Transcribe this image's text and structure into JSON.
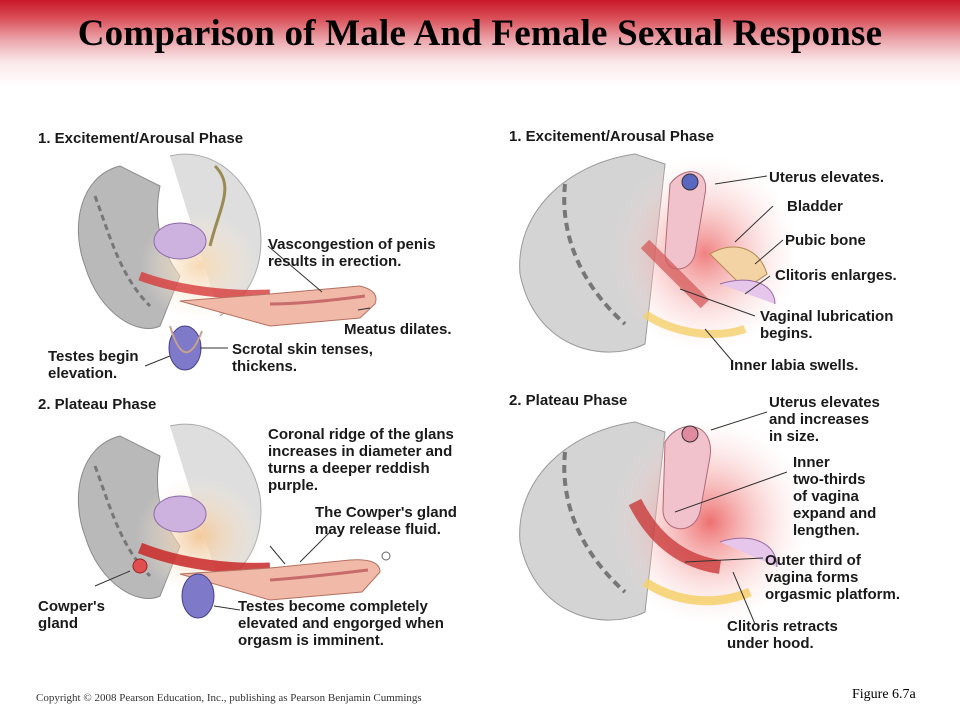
{
  "header": {
    "title": "Comparison of Male And Female Sexual Response",
    "color": "#c8182a"
  },
  "male": {
    "phase1": {
      "heading": "1. Excitement/Arousal Phase",
      "labels": {
        "vasocongestion": "Vascongestion of penis\nresults in erection.",
        "meatus": "Meatus dilates.",
        "scrotal": "Scrotal skin tenses,\nthickens.",
        "testes": "Testes begin\nelevation."
      }
    },
    "phase2": {
      "heading": "2. Plateau Phase",
      "labels": {
        "coronal": "Coronal ridge of the glans\nincreases in diameter and\nturns a deeper reddish\npurple.",
        "cowpers_fluid": "The Cowper's gland\nmay release fluid.",
        "cowpers": "Cowper's\ngland",
        "testes": "Testes become completely\nelevated and engorged when\norgasm is imminent."
      }
    }
  },
  "female": {
    "phase1": {
      "heading": "1. Excitement/Arousal Phase",
      "labels": {
        "uterus": "Uterus elevates.",
        "bladder": "Bladder",
        "pubic": "Pubic bone",
        "clitoris": "Clitoris enlarges.",
        "lubrication": "Vaginal lubrication\nbegins.",
        "labia": "Inner labia swells."
      }
    },
    "phase2": {
      "heading": "2. Plateau Phase",
      "labels": {
        "uterus": "Uterus elevates\nand increases\nin size.",
        "inner": "Inner\ntwo-thirds\nof vagina\nexpand and\nlengthen.",
        "outer": "Outer third of\nvagina forms\norgasmic platform.",
        "clitoris": "Clitoris retracts\nunder hood."
      }
    }
  },
  "footer": {
    "copyright": "Copyright © 2008 Pearson Education, Inc., publishing as Pearson Benjamin Cummings",
    "figure": "Figure 6.7a"
  }
}
